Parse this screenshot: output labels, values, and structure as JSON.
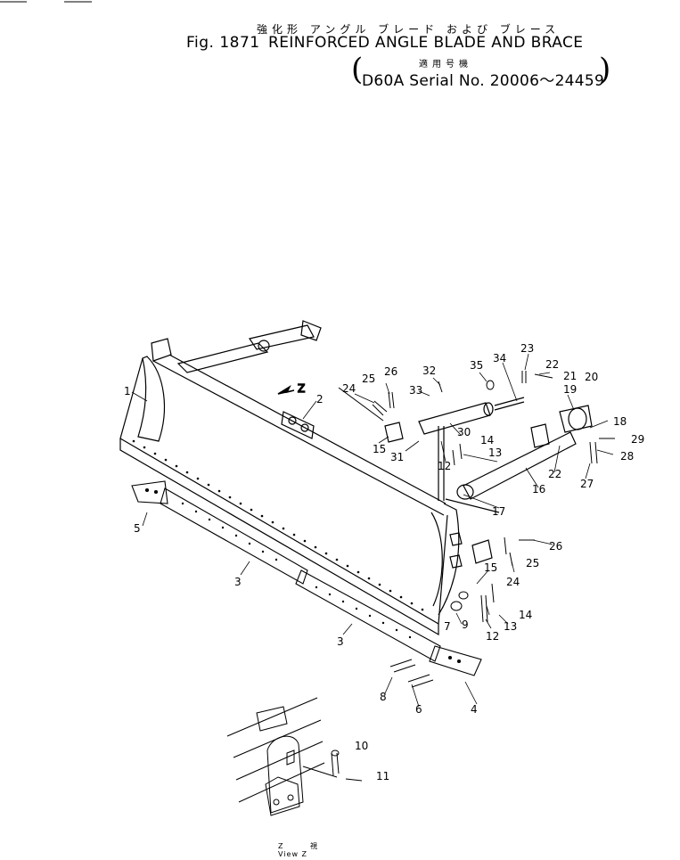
{
  "header": {
    "japanese_title": "強化形 アングル ブレード および ブレース",
    "fig_label": "Fig. 1871",
    "title": "REINFORCED ANGLE BLADE AND BRACE",
    "japanese_applicable": "適用号機",
    "serial": "D60A Serial No. 20006～24459"
  },
  "view_caption": {
    "japanese": "Z 視",
    "english": "View Z"
  },
  "z_arrow_label": "Z",
  "callouts": [
    "1",
    "2",
    "3",
    "3",
    "4",
    "5",
    "6",
    "7",
    "8",
    "9",
    "10",
    "11",
    "12",
    "12",
    "13",
    "13",
    "14",
    "14",
    "15",
    "15",
    "16",
    "17",
    "18",
    "19",
    "20",
    "21",
    "22",
    "22",
    "23",
    "24",
    "24",
    "25",
    "25",
    "26",
    "26",
    "27",
    "28",
    "29",
    "30",
    "31",
    "32",
    "33",
    "34",
    "35"
  ]
}
